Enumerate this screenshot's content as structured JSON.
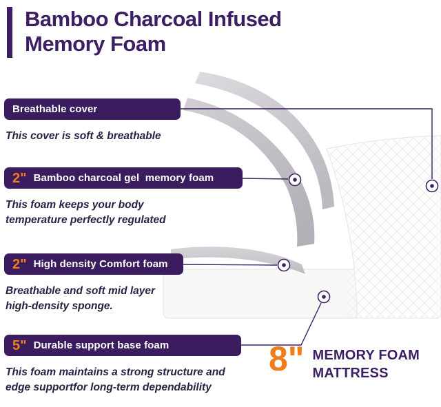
{
  "title": {
    "line1": "Bamboo Charcoal Infused",
    "line2": "Memory Foam"
  },
  "callouts": [
    {
      "label": "Breathable cover",
      "desc": "This cover is soft & breathable"
    },
    {
      "size": "2\"",
      "label": "Bamboo charcoal gel  memory foam",
      "desc": "This foam keeps your body\ntemperature perfectly regulated"
    },
    {
      "size": "2\"",
      "label": "High density Comfort foam",
      "desc": "Breathable and soft mid layer\nhigh-density sponge."
    },
    {
      "size": "5\"",
      "label": "Durable support base foam",
      "desc": "This foam maintains a strong structure and\nedge supportfor long-term dependability"
    }
  ],
  "badge": {
    "size": "8\"",
    "line1": "MEMORY FOAM",
    "line2": "MATTRESS"
  },
  "colors": {
    "purple": "#3b1e63",
    "orange": "#ee7d1a",
    "pill_background": "#3a1c5f",
    "foam_gray": "#c6c4c9"
  },
  "illustration": {
    "layers": [
      "breathable-cover",
      "bamboo-charcoal-memory-foam",
      "high-density-comfort-foam",
      "durable-support-base-foam"
    ]
  }
}
